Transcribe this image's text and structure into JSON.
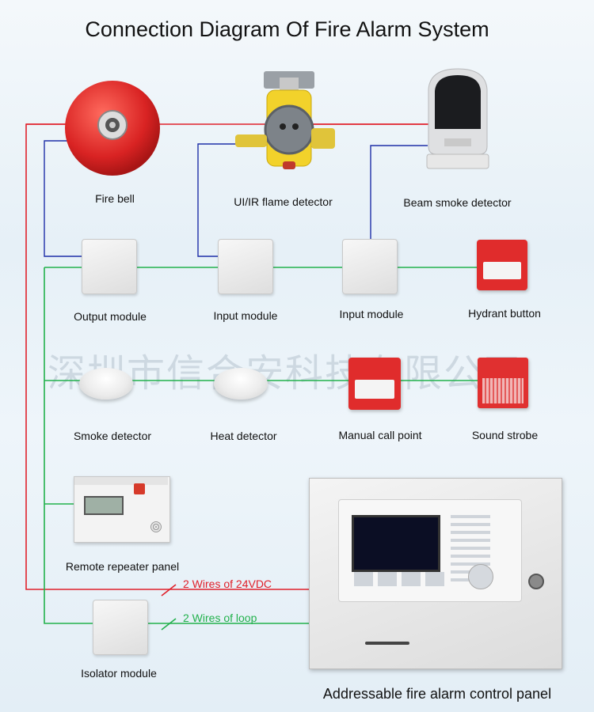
{
  "title": "Connection Diagram Of Fire Alarm System",
  "watermark": "深圳市信合安科技有限公司",
  "devices": {
    "fire_bell": "Fire bell",
    "flame_detector": "UI/IR flame detector",
    "beam_smoke_detector": "Beam smoke detector",
    "output_module": "Output module",
    "input_module_1": "Input module",
    "input_module_2": "Input module",
    "hydrant_button": "Hydrant button",
    "smoke_detector": "Smoke detector",
    "heat_detector": "Heat detector",
    "manual_call_point": "Manual call point",
    "sound_strobe": "Sound strobe",
    "remote_repeater_panel": "Remote repeater panel",
    "isolator_module": "Isolator module",
    "control_panel": "Addressable fire alarm control panel"
  },
  "wires": {
    "power": "2 Wires of 24VDC",
    "loop": "2 Wires of loop"
  },
  "colors": {
    "power_wire": "#e0202a",
    "loop_wire": "#22b14c",
    "signal_wire": "#1f2fa8",
    "device_red": "#e02c2c"
  }
}
